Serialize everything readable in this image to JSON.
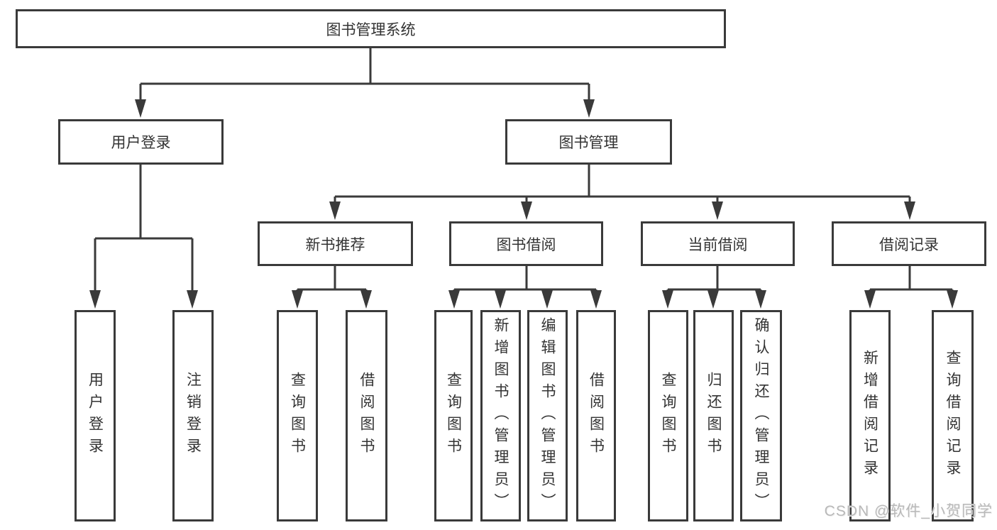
{
  "tree": {
    "root": "图书管理系统",
    "branches": [
      {
        "label": "用户登录",
        "children": [
          "用户登录",
          "注销登录"
        ]
      },
      {
        "label": "图书管理",
        "groups": [
          {
            "label": "新书推荐",
            "children": [
              "查询图书",
              "借阅图书"
            ]
          },
          {
            "label": "图书借阅",
            "children": [
              "查询图书",
              "新增图书（管理员）",
              "编辑图书（管理员）",
              "借阅图书"
            ]
          },
          {
            "label": "当前借阅",
            "children": [
              "查询图书",
              "归还图书",
              "确认归还（管理员）"
            ]
          },
          {
            "label": "借阅记录",
            "children": [
              "新增借阅记录",
              "查询借阅记录"
            ]
          }
        ]
      }
    ]
  },
  "watermark": {
    "text": "CSDN @软件_小贺同学"
  },
  "colors": {
    "line": "#3a3a3a",
    "box_border": "#3a3a3a",
    "text": "#333333",
    "watermark": "#b9b9b9",
    "background": "#ffffff"
  }
}
